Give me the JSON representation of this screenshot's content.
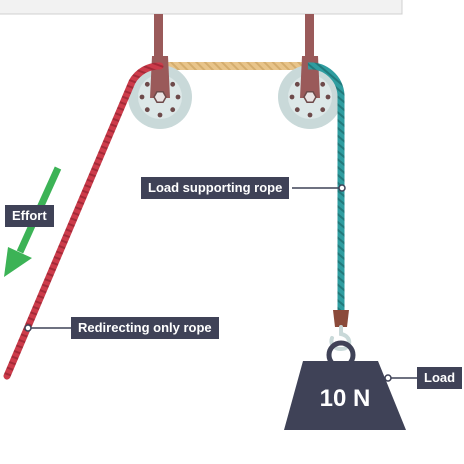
{
  "labels": {
    "effort": "Effort",
    "load_supporting_rope": "Load supporting rope",
    "redirecting_rope": "Redirecting only rope",
    "load": "Load",
    "weight": "10 N"
  },
  "icons": [
    "ceiling",
    "left-pulley-icon",
    "right-pulley-icon",
    "effort-arrow-icon",
    "hook-icon",
    "weight-icon"
  ],
  "colors": {
    "ceiling": "#f2f2f2",
    "ceiling_border": "#d0d0d0",
    "pulley": "#c9d9d9",
    "bracket": "#9a5a5a",
    "effort_rope": "#cc3b4a",
    "connecting_rope": "#e8c48a",
    "load_rope": "#2f9da0",
    "arrow": "#3cb356",
    "weight": "#3f4257",
    "label_bg": "#3f4257",
    "label_text": "#ffffff"
  }
}
